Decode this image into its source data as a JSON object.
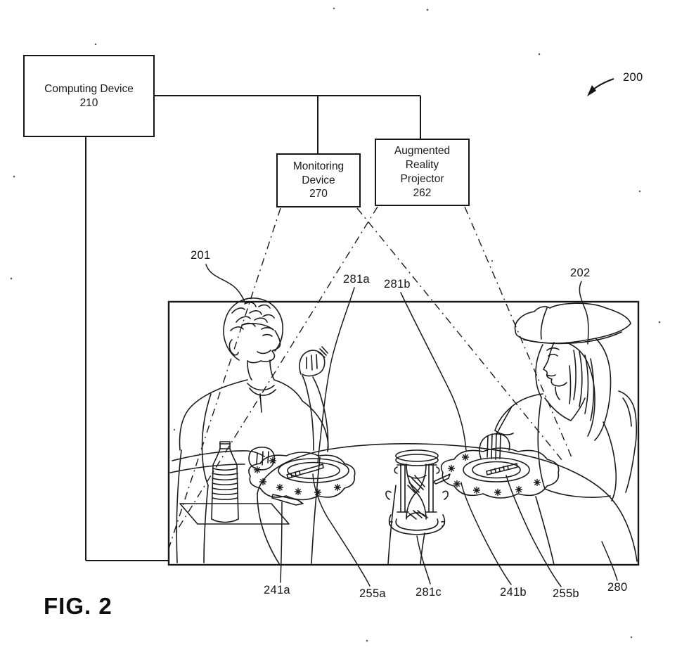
{
  "figure": {
    "label": "FIG. 2"
  },
  "boxes": {
    "computing": {
      "name": "Computing Device",
      "number": "210"
    },
    "monitoring": {
      "name": "Monitoring\nDevice",
      "number": "270"
    },
    "projector": {
      "name": "Augmented\nReality\nProjector",
      "number": "262"
    }
  },
  "ref_labels": {
    "r200": "200",
    "r201": "201",
    "r202": "202",
    "r281a": "281a",
    "r281b": "281b",
    "r281c": "281c",
    "r241a": "241a",
    "r241b": "241b",
    "r255a": "255a",
    "r255b": "255b",
    "r280": "280"
  },
  "scene": {
    "left_person_ref": "201",
    "right_person_ref": "202",
    "table_ref": "280",
    "hourglass_ref": "281c",
    "line_color": "#1b1b1b"
  }
}
